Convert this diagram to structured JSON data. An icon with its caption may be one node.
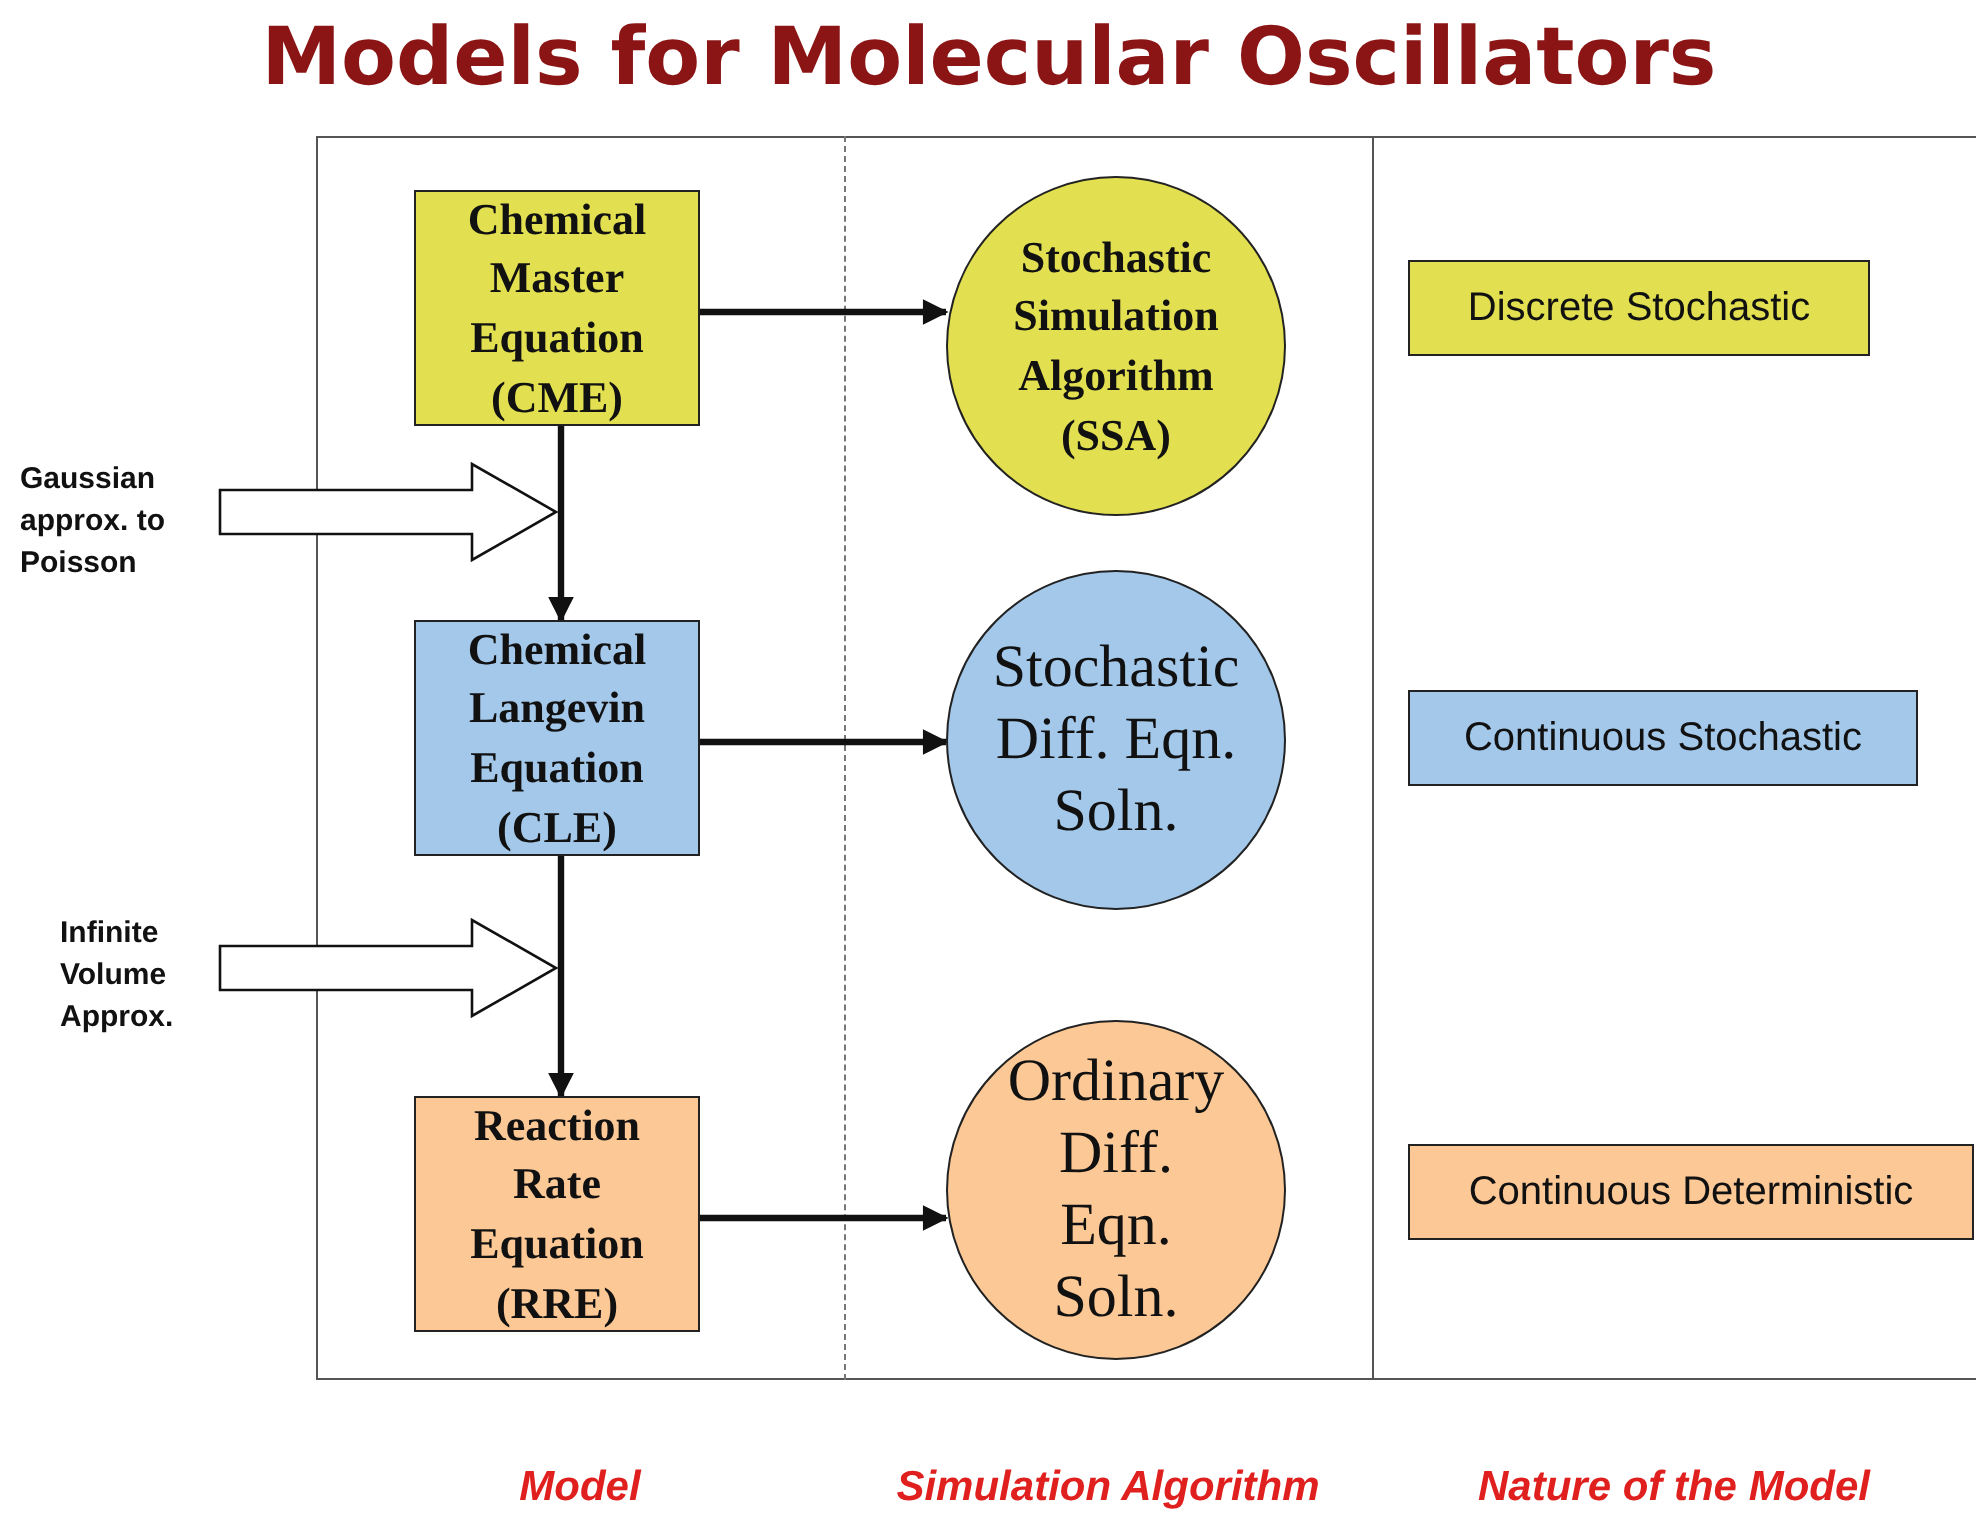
{
  "diagram": {
    "title": "Models for Molecular Oscillators",
    "nodes": [
      {
        "text": [
          "Chemical Master Equation (CME)"
        ]
      },
      {
        "text": [
          "Stochastic Simulation Algorithm (SSA)"
        ]
      },
      {
        "text": [
          "Gaussian approx. to Poisson"
        ]
      },
      {
        "text": [
          "Chemical Langevin Equation (CLE)"
        ]
      },
      {
        "text": [
          "Stochastic Diff. Eqn. Soln."
        ]
      },
      {
        "text": [
          "Infinite Volume Approx."
        ]
      },
      {
        "text": [
          "Reaction Rate Equation (RRE)"
        ]
      },
      {
        "text": [
          "Ordinary Diff. Eqn. Soln."
        ]
      },
      {
        "text": [
          "Discrete Stochastic"
        ]
      },
      {
        "text": [
          "Continuous Stochastic"
        ]
      },
      {
        "text": [
          "Continuous Deterministic"
        ]
      }
    ],
    "edges": [
      {
        "from": 0,
        "to": 1,
        "arrow": "to"
      },
      {
        "from": 0,
        "to": 3,
        "arrow": "to"
      },
      {
        "from": 2,
        "to": null,
        "arrow": "to",
        "style": "thick"
      },
      {
        "from": 3,
        "to": 4,
        "arrow": "to"
      },
      {
        "from": 3,
        "to": 6,
        "arrow": "to"
      },
      {
        "from": 5,
        "to": null,
        "arrow": "to",
        "style": "thick"
      },
      {
        "from": 6,
        "to": 7,
        "arrow": "to"
      }
    ],
    "labels": [
      "Model",
      "Simulation Algorithm",
      "Nature of the Model"
    ]
  }
}
